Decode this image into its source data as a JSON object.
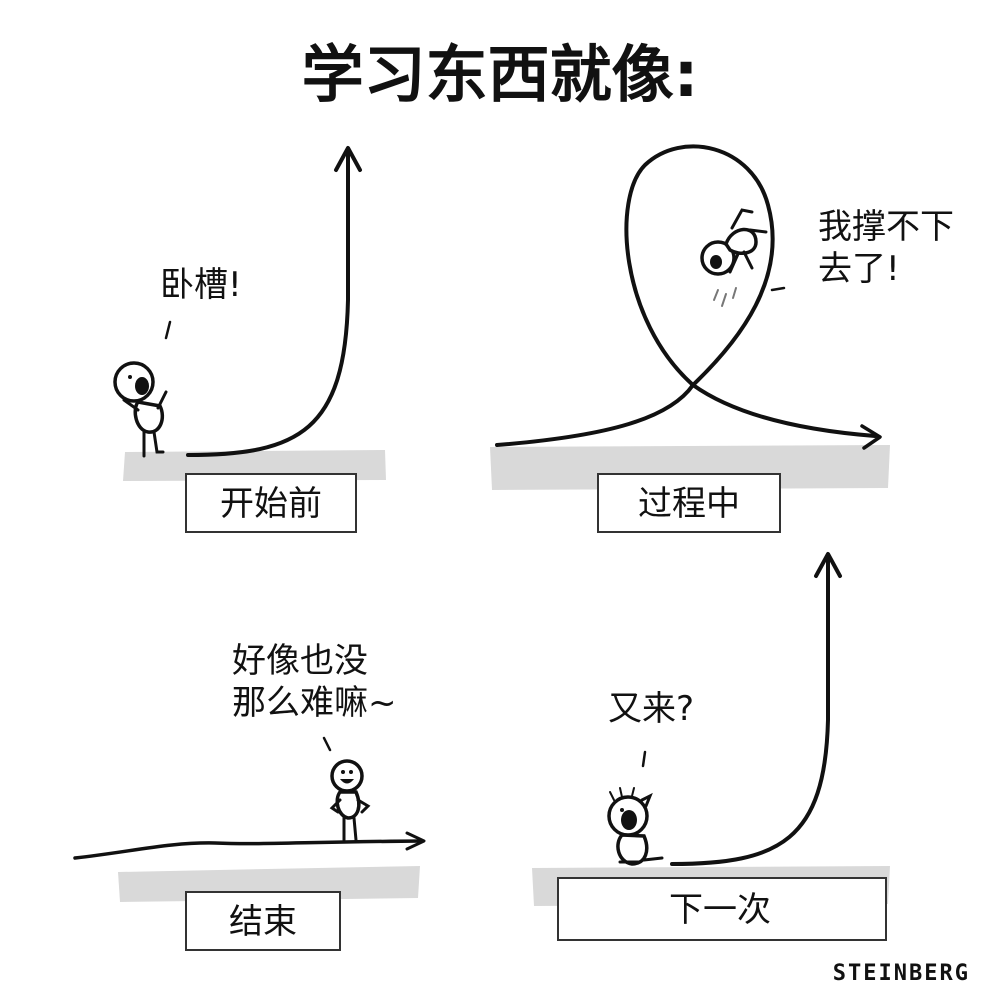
{
  "title": "学习东西就像:",
  "panels": [
    {
      "label": "开始前",
      "speech": [
        "卧槽!"
      ]
    },
    {
      "label": "过程中",
      "speech": [
        "我撑不下",
        "去了!"
      ]
    },
    {
      "label": "结束",
      "speech": [
        "好像也没",
        "那么难嘛~"
      ]
    },
    {
      "label": "下一次",
      "speech": [
        "又来?"
      ]
    }
  ],
  "signature": "STEINBERG"
}
